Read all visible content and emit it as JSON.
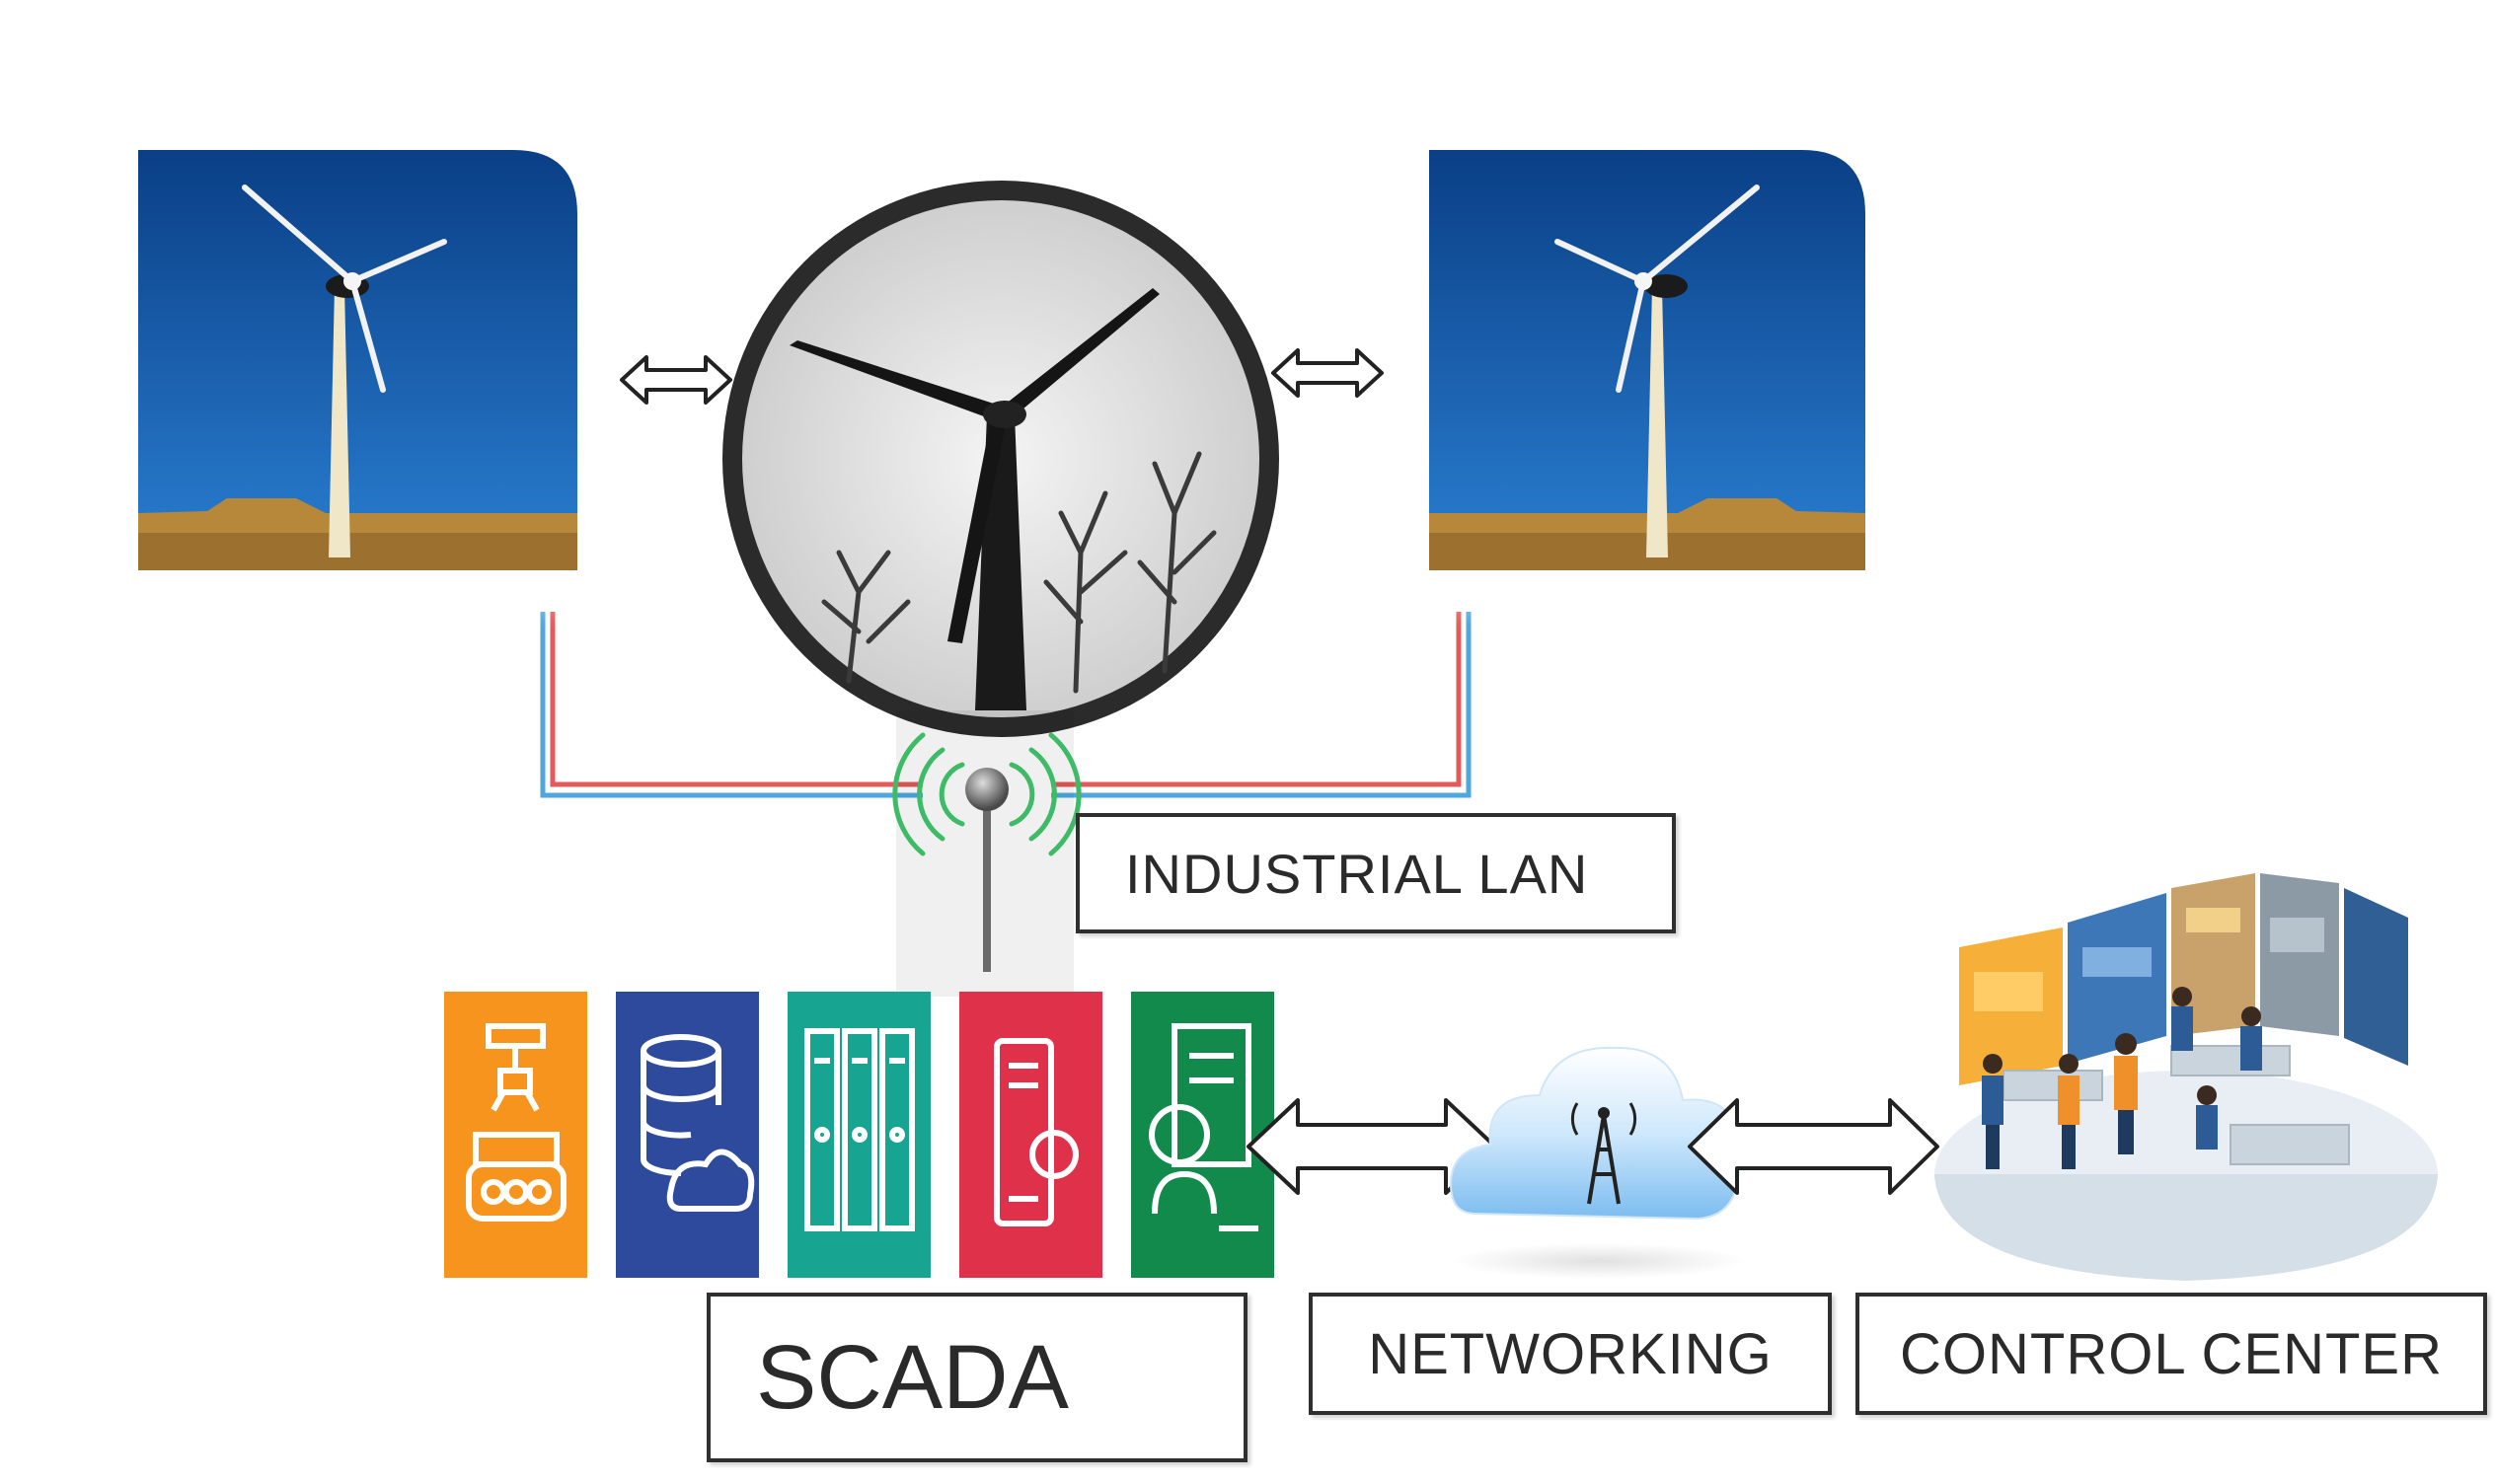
{
  "labels": {
    "industrial_lan": "INDUSTRIAL LAN",
    "scada": "SCADA",
    "networking": "NETWORKING",
    "control_center": "CONTROL CENTER"
  },
  "colors": {
    "sky_top": "#0a3f86",
    "sky_bottom": "#1f74c9",
    "ground": "#b7873a",
    "cable_red": "#e25a5a",
    "cable_blue": "#4fa7dd",
    "signal_green": "#3dbb66",
    "module_orange": "#f7941d",
    "module_navy": "#2d4a9c",
    "module_teal": "#17a591",
    "module_red": "#e0314a",
    "module_green": "#128a4b",
    "cloud": "#9fd0f2",
    "room_floor": "#e8eef3"
  },
  "icons": {
    "turbine_left": "wind-turbine-photo",
    "turbine_center": "wind-turbine-closeup",
    "turbine_right": "wind-turbine-photo",
    "antenna": "antenna-icon",
    "module_1": "robot-arm-icon",
    "module_2": "database-cloud-icon",
    "module_3": "server-rack-icon",
    "module_4": "controller-device-icon",
    "module_5": "operator-workstation-icon",
    "cloud": "cloud-tower-icon",
    "room": "control-room-illustration"
  }
}
